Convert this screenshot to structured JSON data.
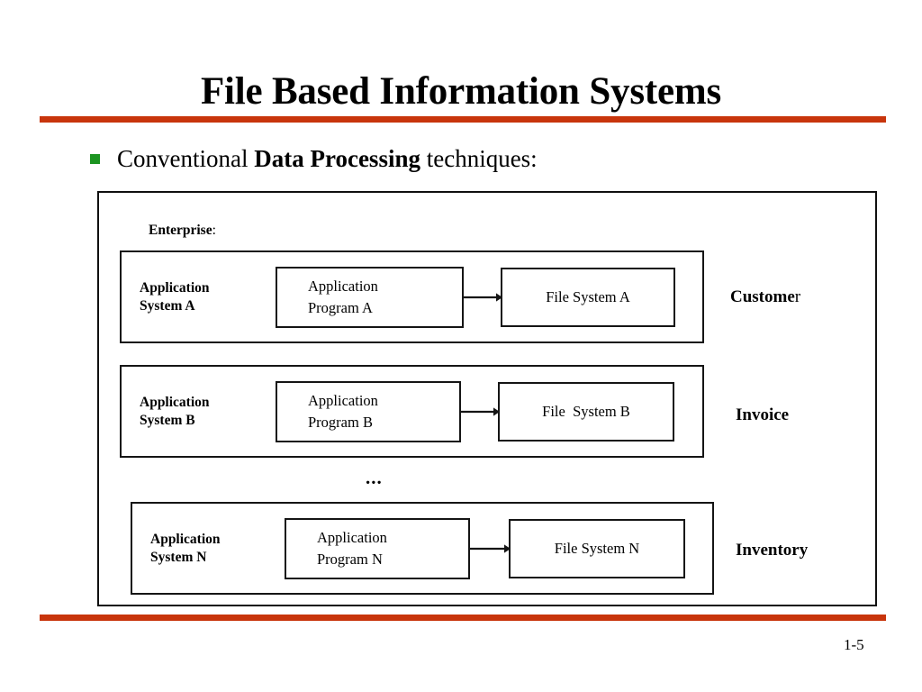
{
  "slide": {
    "title": "File Based Information Systems",
    "page_number": "1-5",
    "accent_color": "#C8350C",
    "bullet_color": "#1C9421"
  },
  "bullet": {
    "lead": "Conventional ",
    "emphasis": "Data Processing",
    "tail": " techniques:",
    "marker": "green-square-bullet"
  },
  "diagram": {
    "enterprise_label": "Enterprise",
    "enterprise_colon": ":",
    "ellipsis": "...",
    "rows": [
      {
        "system": "Application\nSystem A",
        "program": "Application\nProgram A",
        "file": "File System A",
        "domain_bold": "Custome",
        "domain_tail": "r"
      },
      {
        "system": "Application\nSystem B",
        "program": "Application\nProgram B",
        "file": "File  System B",
        "domain_bold": "Invoice",
        "domain_tail": ""
      },
      {
        "system": "Application\nSystem N",
        "program": "Application\nProgram  N",
        "file": "File System N",
        "domain_bold": "Inventory",
        "domain_tail": ""
      }
    ]
  }
}
